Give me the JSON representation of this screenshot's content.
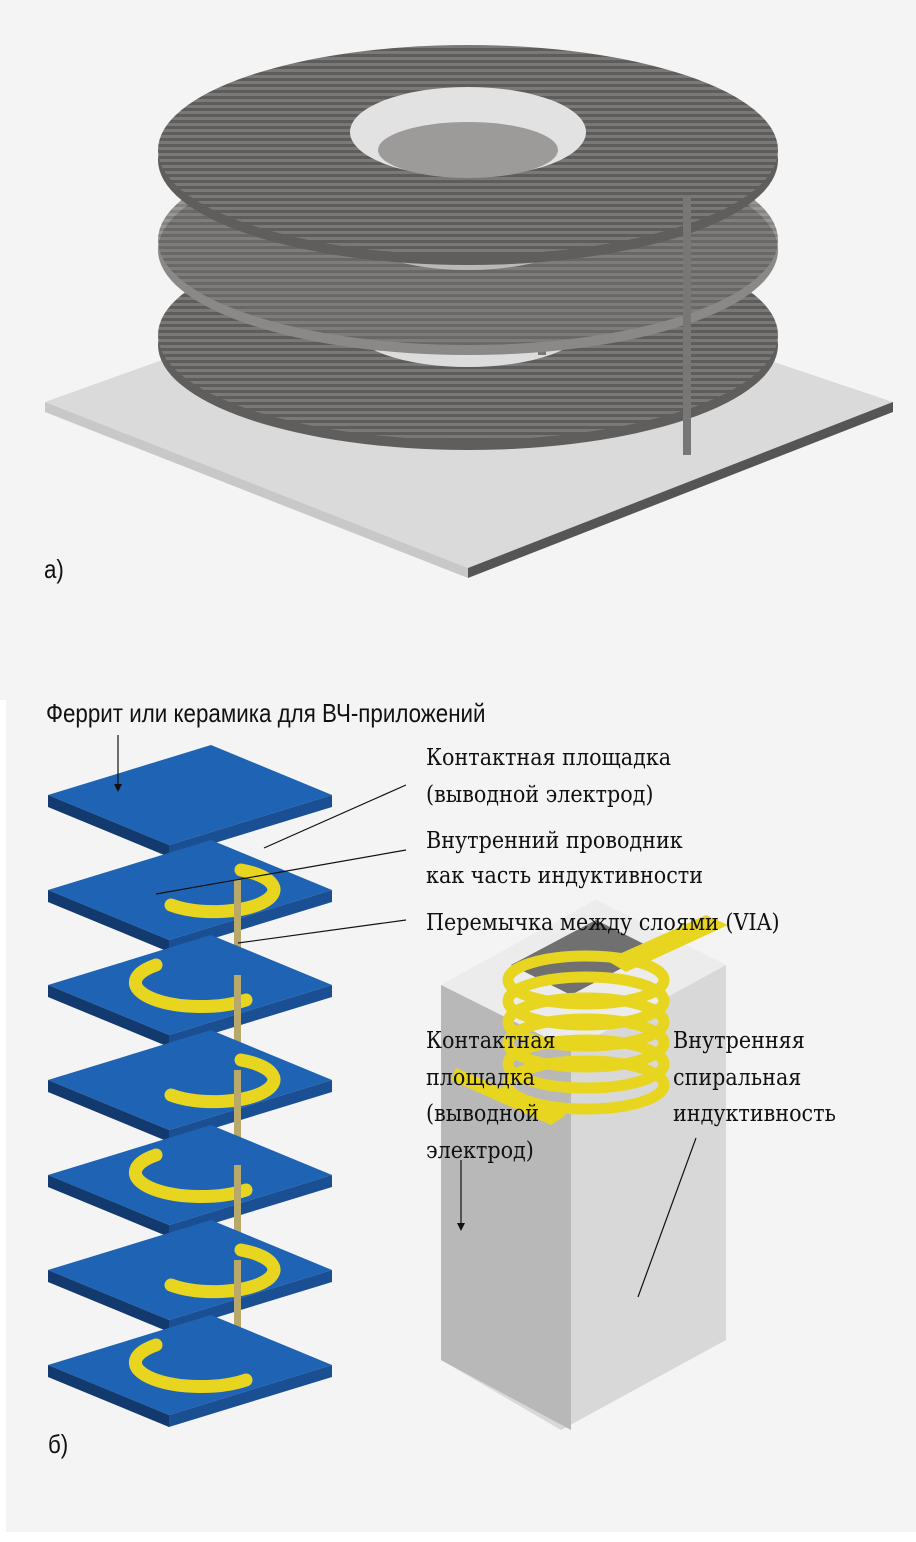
{
  "panel_a": {
    "label": "а)",
    "colors": {
      "coil": "#6e6d6b",
      "coil_light": "#a8a7a5",
      "plate_top": "#d9d9d9",
      "plate_edge": "#555555"
    }
  },
  "panel_b": {
    "label": "б)",
    "labels": {
      "ferrite": "Феррит или керамика для ВЧ-приложений",
      "contact_pad_line1": "Контактная площадка",
      "contact_pad_line2": "(выводной электрод)",
      "inner_conductor_line1": "Внутренний проводник",
      "inner_conductor_line2": "как часть индуктивности",
      "via": "Перемычка между слоями (VIA)",
      "contact_pad2_line1": "Контактная",
      "contact_pad2_line2": "площадка",
      "contact_pad2_line3": "(выводной",
      "contact_pad2_line4": "электрод)",
      "spiral_line1": "Внутренняя",
      "spiral_line2": "спиральная",
      "spiral_line3": "индуктивность"
    },
    "colors": {
      "layer": "#1f63b5",
      "layer_dark": "#123a6e",
      "conductor": "#e8d520",
      "body": "#dedede"
    }
  }
}
